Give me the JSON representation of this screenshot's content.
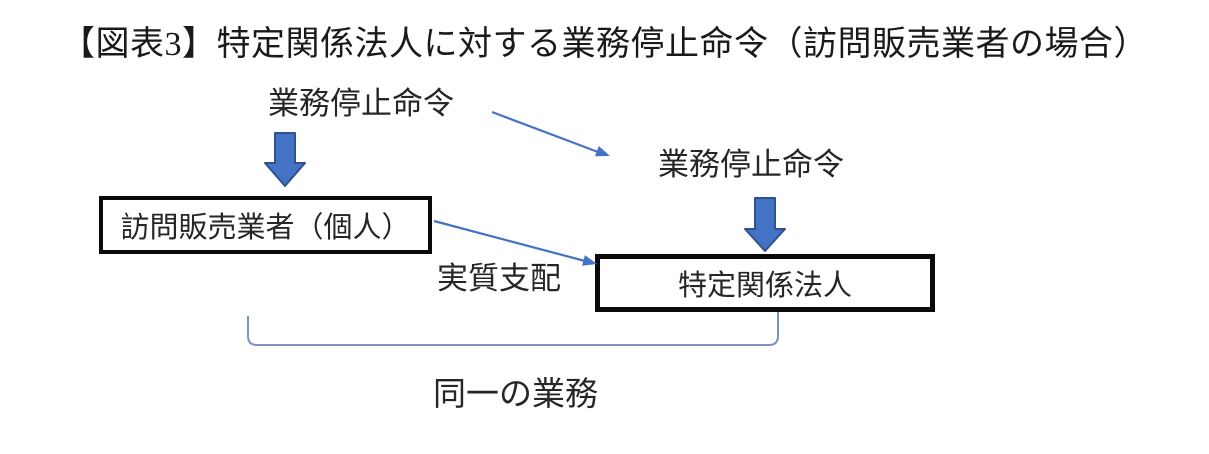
{
  "title": "【図表3】特定関係法人に対する業務停止命令（訪問販売業者の場合）",
  "labels": {
    "order_left": "業務停止命令",
    "order_right": "業務停止命令",
    "substantial_control": "実質支配",
    "same_business": "同一の業務"
  },
  "boxes": {
    "seller": "訪問販売業者（個人）",
    "related_corp": "特定関係法人"
  },
  "icons": {
    "down_block_arrow_left": "thick blue downward block arrow",
    "down_block_arrow_right": "thick blue downward block arrow",
    "diagonal_arrow_to_order": "thin blue arrow from left order label to right order label",
    "diagonal_arrow_control": "thin blue arrow from seller box to related-corp box",
    "same_business_bracket": "light blue bottom bracket joining both boxes"
  },
  "colors": {
    "arrow-fill": "#4472C4",
    "arrow-edge": "#2F528F",
    "thin-arrow": "#4472C4",
    "bracket-line": "#7D92C0",
    "box-border": "#0A0A0A",
    "text": "#262626",
    "title-text": "#1A1A1A",
    "background": "#FFFFFF"
  }
}
